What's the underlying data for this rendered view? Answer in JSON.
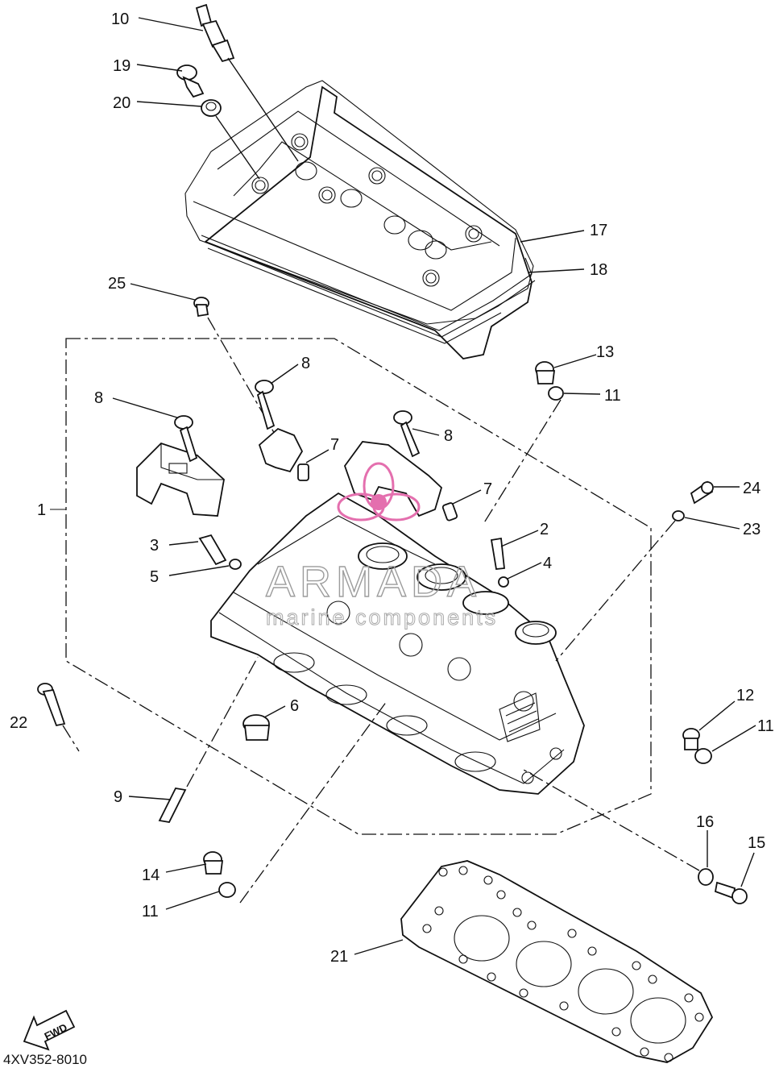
{
  "diagram": {
    "code": "4XV352-8010",
    "fwd_label": "FWD",
    "watermark": {
      "brand": "ARMADA",
      "tagline": "marine components",
      "accent": "#e46fae"
    },
    "callouts": [
      {
        "id": "c10",
        "label": "10"
      },
      {
        "id": "c19",
        "label": "19"
      },
      {
        "id": "c20",
        "label": "20"
      },
      {
        "id": "c17",
        "label": "17"
      },
      {
        "id": "c18",
        "label": "18"
      },
      {
        "id": "c25",
        "label": "25"
      },
      {
        "id": "c8a",
        "label": "8"
      },
      {
        "id": "c13",
        "label": "13"
      },
      {
        "id": "c11a",
        "label": "11"
      },
      {
        "id": "c8b",
        "label": "8"
      },
      {
        "id": "c8c",
        "label": "8"
      },
      {
        "id": "c7a",
        "label": "7"
      },
      {
        "id": "c7b",
        "label": "7"
      },
      {
        "id": "c24",
        "label": "24"
      },
      {
        "id": "c1",
        "label": "1"
      },
      {
        "id": "c23",
        "label": "23"
      },
      {
        "id": "c2",
        "label": "2"
      },
      {
        "id": "c3",
        "label": "3"
      },
      {
        "id": "c4",
        "label": "4"
      },
      {
        "id": "c5",
        "label": "5"
      },
      {
        "id": "c6",
        "label": "6"
      },
      {
        "id": "c12",
        "label": "12"
      },
      {
        "id": "c22",
        "label": "22"
      },
      {
        "id": "c11b",
        "label": "11"
      },
      {
        "id": "c9",
        "label": "9"
      },
      {
        "id": "c16",
        "label": "16"
      },
      {
        "id": "c15",
        "label": "15"
      },
      {
        "id": "c14",
        "label": "14"
      },
      {
        "id": "c11c",
        "label": "11"
      },
      {
        "id": "c21",
        "label": "21"
      }
    ]
  }
}
